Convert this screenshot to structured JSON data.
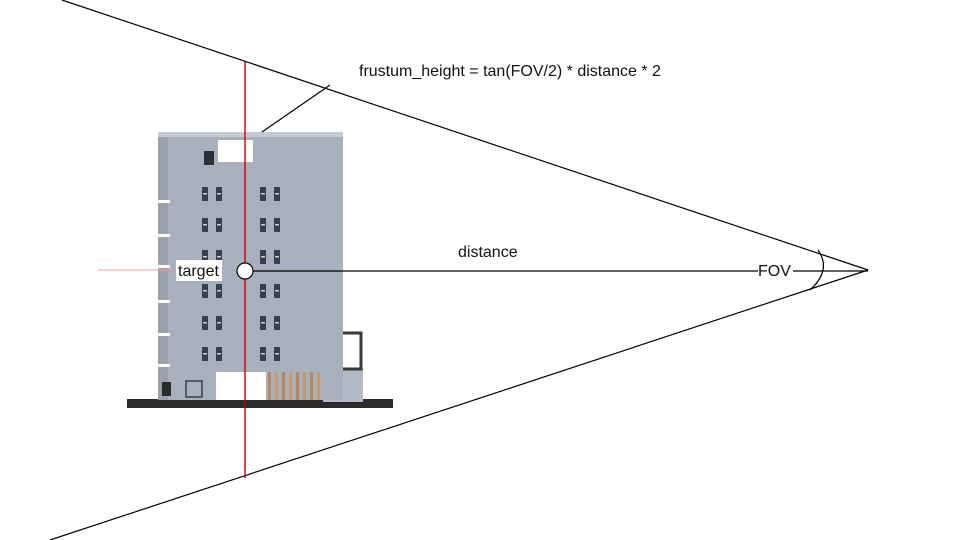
{
  "labels": {
    "formula": "frustum_height = tan(FOV/2) * distance * 2",
    "distance": "distance",
    "fov": "FOV",
    "target": "target"
  },
  "colors": {
    "line": "#000000",
    "axis_red": "#cc0000",
    "axis_red_faint": "#f0a0a0",
    "building_facade": "#a9b0bd",
    "building_dark": "#2a2a2a",
    "window": "#3a3f4a",
    "ground": "#2b2b2b"
  },
  "icons": {
    "building": "building-illustration",
    "target_marker": "target-circle-icon",
    "fov_arc": "angle-arc-icon"
  }
}
